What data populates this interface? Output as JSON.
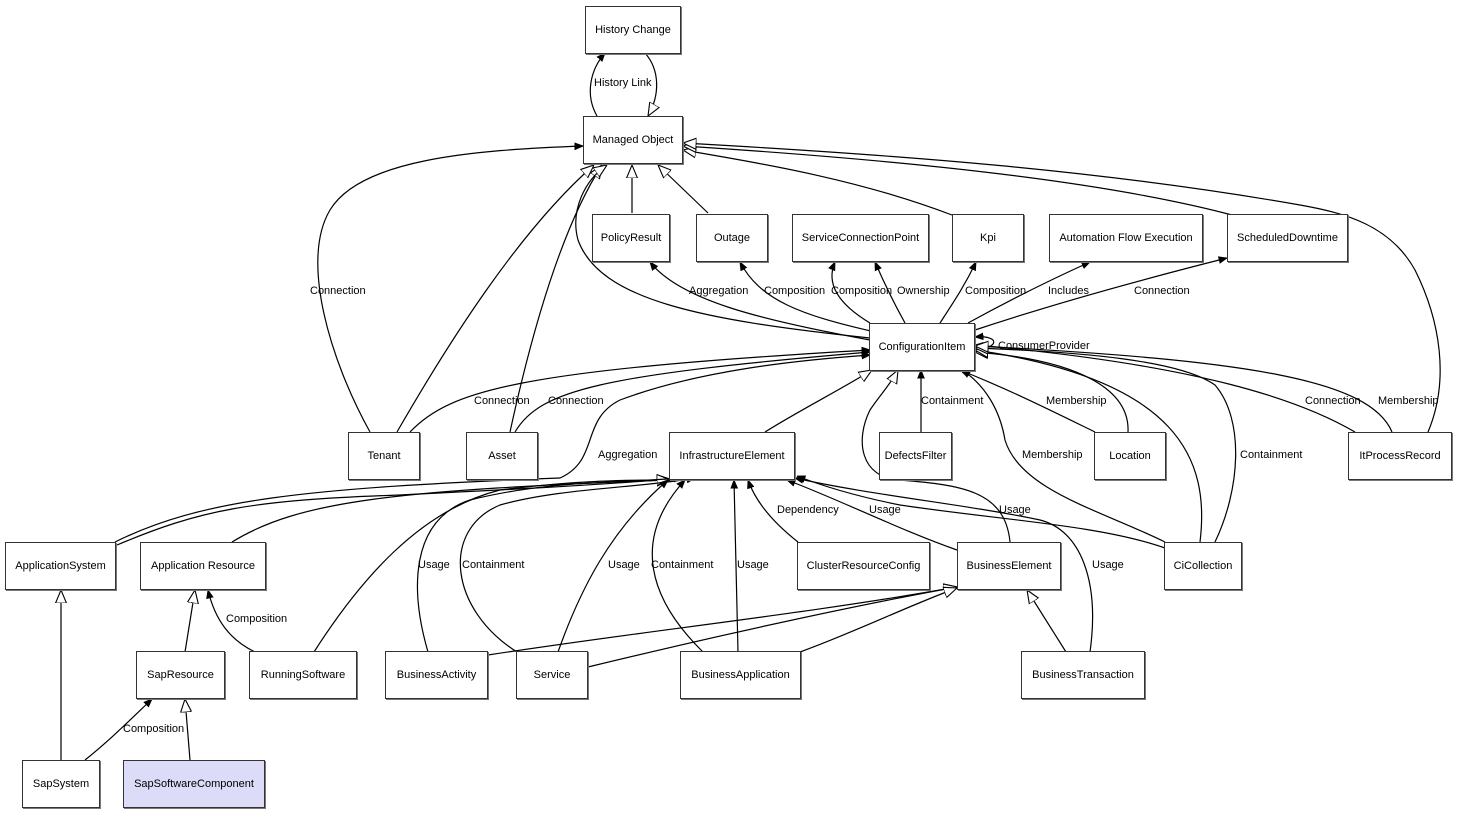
{
  "diagram": {
    "nodes": [
      {
        "id": "history_change",
        "label": "History Change"
      },
      {
        "id": "managed_object",
        "label": "Managed Object"
      },
      {
        "id": "policy_result",
        "label": "PolicyResult"
      },
      {
        "id": "outage",
        "label": "Outage"
      },
      {
        "id": "service_connection_point",
        "label": "ServiceConnectionPoint"
      },
      {
        "id": "kpi",
        "label": "Kpi"
      },
      {
        "id": "automation_flow_execution",
        "label": "Automation Flow Execution"
      },
      {
        "id": "scheduled_downtime",
        "label": "ScheduledDowntime"
      },
      {
        "id": "configuration_item",
        "label": "ConfigurationItem"
      },
      {
        "id": "tenant",
        "label": "Tenant"
      },
      {
        "id": "asset",
        "label": "Asset"
      },
      {
        "id": "infrastructure_element",
        "label": "InfrastructureElement"
      },
      {
        "id": "defects_filter",
        "label": "DefectsFilter"
      },
      {
        "id": "location",
        "label": "Location"
      },
      {
        "id": "it_process_record",
        "label": "ItProcessRecord"
      },
      {
        "id": "application_system",
        "label": "ApplicationSystem"
      },
      {
        "id": "application_resource",
        "label": "Application Resource"
      },
      {
        "id": "cluster_resource_config",
        "label": "ClusterResourceConfig"
      },
      {
        "id": "business_element",
        "label": "BusinessElement"
      },
      {
        "id": "ci_collection",
        "label": "CiCollection"
      },
      {
        "id": "sap_resource",
        "label": "SapResource"
      },
      {
        "id": "running_software",
        "label": "RunningSoftware"
      },
      {
        "id": "business_activity",
        "label": "BusinessActivity"
      },
      {
        "id": "service",
        "label": "Service"
      },
      {
        "id": "business_application",
        "label": "BusinessApplication"
      },
      {
        "id": "business_transaction",
        "label": "BusinessTransaction"
      },
      {
        "id": "sap_system",
        "label": "SapSystem"
      },
      {
        "id": "sap_software_component",
        "label": "SapSoftwareComponent",
        "highlighted": true
      }
    ],
    "edge_labels": [
      {
        "id": "history_link",
        "text": "History Link"
      },
      {
        "id": "tenant_mo_connection",
        "text": "Connection"
      },
      {
        "id": "ci_policy_aggregation",
        "text": "Aggregation"
      },
      {
        "id": "ci_outage_composition",
        "text": "Composition"
      },
      {
        "id": "ci_scp_composition",
        "text": "Composition"
      },
      {
        "id": "ci_scp_ownership",
        "text": "Ownership"
      },
      {
        "id": "ci_kpi_composition",
        "text": "Composition"
      },
      {
        "id": "ci_afe_includes",
        "text": "Includes"
      },
      {
        "id": "ci_sd_connection",
        "text": "Connection"
      },
      {
        "id": "ci_consumer_provider",
        "text": "ConsumerProvider"
      },
      {
        "id": "tenant_ci_connection",
        "text": "Connection"
      },
      {
        "id": "asset_ci_connection",
        "text": "Connection"
      },
      {
        "id": "appsys_ci_aggregation",
        "text": "Aggregation"
      },
      {
        "id": "defects_ci_containment",
        "text": "Containment"
      },
      {
        "id": "location_ci_membership",
        "text": "Membership"
      },
      {
        "id": "cicoll_ci_membership",
        "text": "Membership"
      },
      {
        "id": "cicoll_ci_containment",
        "text": "Containment"
      },
      {
        "id": "itpr_ci_connection",
        "text": "Connection"
      },
      {
        "id": "itpr_ci_membership",
        "text": "Membership"
      },
      {
        "id": "cluster_ie_dependency",
        "text": "Dependency"
      },
      {
        "id": "be_ie_usage",
        "text": "Usage"
      },
      {
        "id": "bt_ie_usage_top",
        "text": "Usage"
      },
      {
        "id": "bact_ie_usage",
        "text": "Usage"
      },
      {
        "id": "service_ie_containment",
        "text": "Containment"
      },
      {
        "id": "service_ie_usage",
        "text": "Usage"
      },
      {
        "id": "bapp_ie_containment",
        "text": "Containment"
      },
      {
        "id": "bapp_ie_usage",
        "text": "Usage"
      },
      {
        "id": "bt_ie_usage",
        "text": "Usage"
      },
      {
        "id": "rs_ar_composition",
        "text": "Composition"
      },
      {
        "id": "sapsys_sapres_composition",
        "text": "Composition"
      }
    ]
  }
}
